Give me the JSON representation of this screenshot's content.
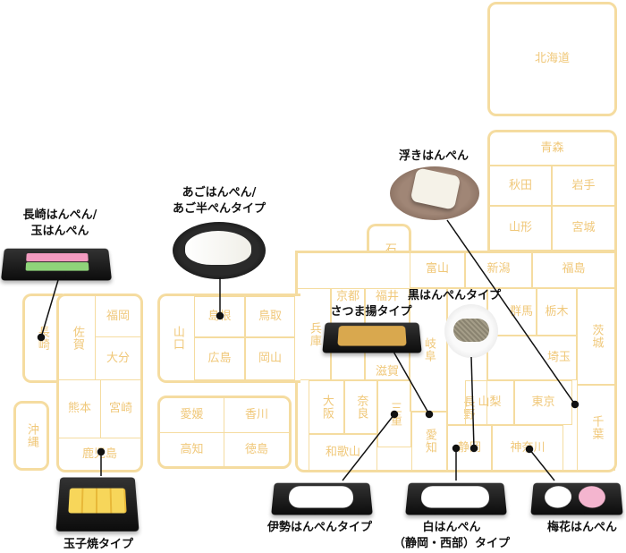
{
  "prefectures": {
    "hokkaido": "北海道",
    "aomori": "青森",
    "akita": "秋田",
    "iwate": "岩手",
    "yamagata": "山形",
    "miyagi": "宮城",
    "niigata": "新潟",
    "fukushima": "福島",
    "ishikawa": "石川",
    "toyama": "富山",
    "fukui": "福井",
    "gifu": "岐阜",
    "nagano": "長野",
    "gunma": "群馬",
    "tochigi": "栃木",
    "ibaraki": "茨城",
    "saitama": "埼玉",
    "yamanashi": "山梨",
    "tokyo": "東京",
    "chiba": "千葉",
    "aichi": "愛知",
    "shizuoka": "静岡",
    "kanagawa": "神奈川",
    "hyogo": "兵庫",
    "kyoto": "京都",
    "shiga": "滋賀",
    "osaka": "大阪",
    "nara": "奈良",
    "mie": "三重",
    "wakayama": "和歌山",
    "yamaguchi": "山口",
    "shimane": "島根",
    "tottori": "鳥取",
    "hiroshima": "広島",
    "okayama": "岡山",
    "ehime": "愛媛",
    "kagawa": "香川",
    "kochi": "高知",
    "tokushima": "徳島",
    "nagasaki": "長崎",
    "saga": "佐賀",
    "fukuoka": "福岡",
    "oita": "大分",
    "kumamoto": "熊本",
    "miyazaki": "宮崎",
    "kagoshima": "鹿児島",
    "okinawa": "沖縄"
  },
  "hanpen": {
    "nagasaki": {
      "line1": "長崎はんぺん/",
      "line2": "玉はんぺん"
    },
    "ago": {
      "line1": "あごはんぺん/",
      "line2": "あご半ぺんタイプ"
    },
    "uki": "浮きはんぺん",
    "kuro": "黒はんぺんタイプ",
    "satsuma": "さつま揚タイプ",
    "tamagoyaki": "玉子焼タイプ",
    "ise": "伊勢はんぺんタイプ",
    "shiro": {
      "line1": "白はんぺん",
      "line2": "（静岡・西部）タイプ"
    },
    "baika": "梅花はんぺん"
  },
  "colors": {
    "border": "#f5dca0",
    "text": "#f0c87a"
  }
}
